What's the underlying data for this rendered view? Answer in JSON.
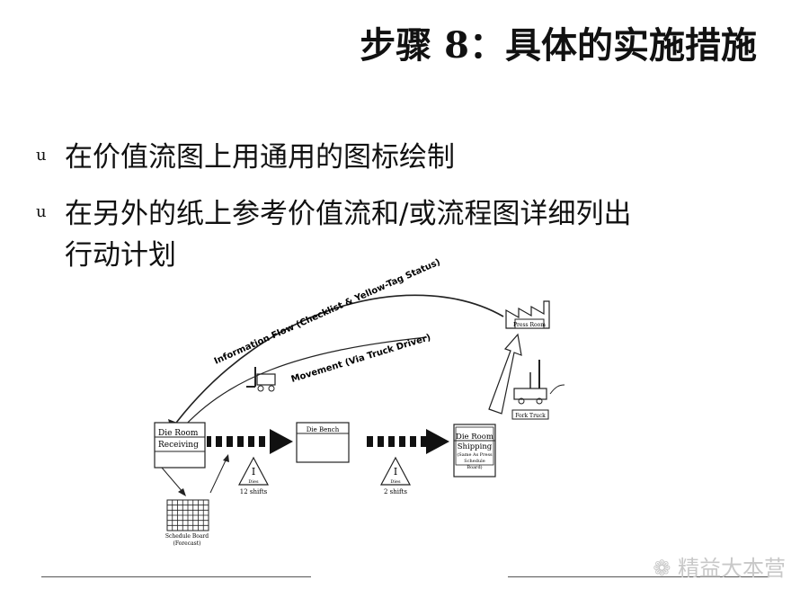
{
  "title": "步骤 8：具体的实施措施",
  "bullets": [
    {
      "mark": "u",
      "lines": [
        "在价值流图上用通用的图标绘制"
      ]
    },
    {
      "mark": "u",
      "lines": [
        "在另外的纸上参考价值流和/或流程图详细列出",
        "行动计划"
      ]
    }
  ],
  "diagram": {
    "info_flow_label": "Information Flow (Checklist & Yellow-Tag Status)",
    "movement_label": "Movement (Via Truck Driver)",
    "press_room_label": "Press Room",
    "truck_label": "Fork Truck",
    "boxes": [
      {
        "id": "receiving",
        "lines": [
          "Die Room",
          "Receiving"
        ]
      },
      {
        "id": "bench",
        "lines": [
          "Die Bench"
        ]
      },
      {
        "id": "shipping",
        "lines": [
          "Die Room",
          "Shipping",
          "(Same As Press",
          "Schedule",
          "Board)"
        ]
      }
    ],
    "inventories": [
      {
        "symbol": "I",
        "unit": "Dies",
        "time": "12 shifts"
      },
      {
        "symbol": "I",
        "unit": "Dies",
        "time": "2 shifts"
      }
    ],
    "schedule_board": [
      "Schedule Board",
      "(Forecast)"
    ]
  },
  "watermark": "精益大本营"
}
